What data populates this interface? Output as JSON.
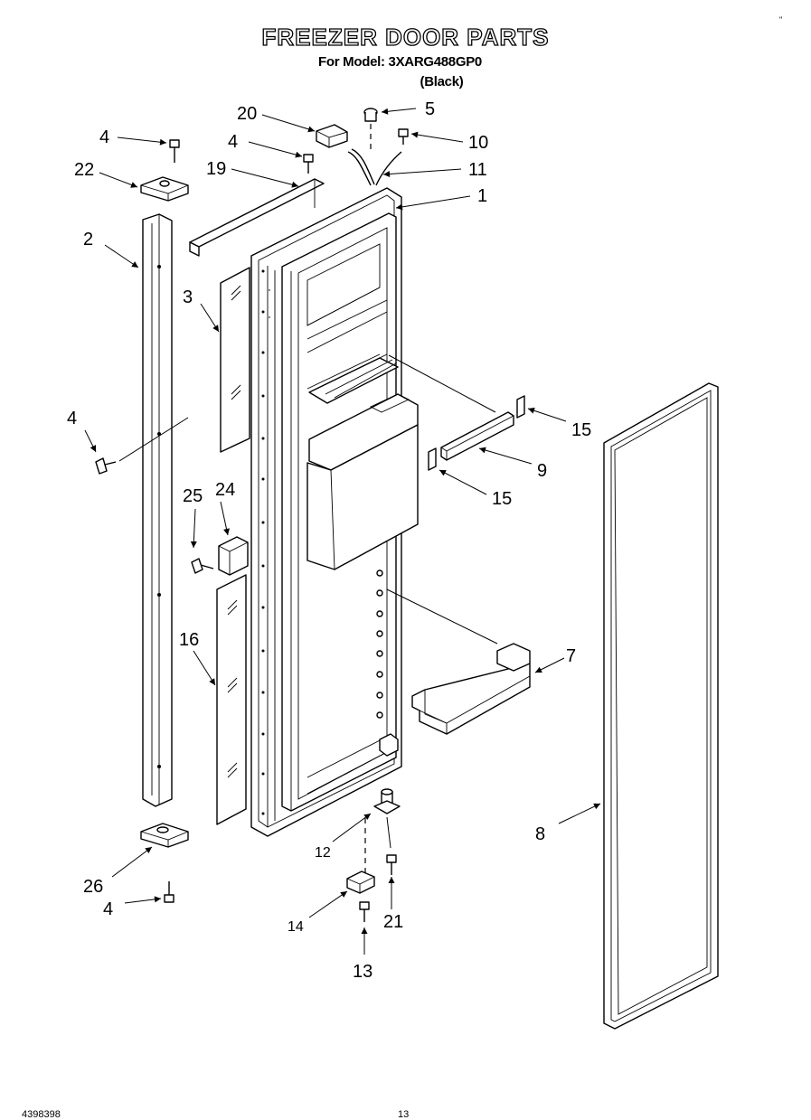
{
  "page": {
    "title": "FREEZER DOOR PARTS",
    "model_line": "For Model: 3XARG488GP0",
    "color_line": "(Black)",
    "doc_number": "4398398",
    "page_number": "13",
    "corner_mark": "\""
  },
  "callouts": [
    {
      "id": "c20",
      "label": "20"
    },
    {
      "id": "c5",
      "label": "5"
    },
    {
      "id": "c4a",
      "label": "4"
    },
    {
      "id": "c4b",
      "label": "4"
    },
    {
      "id": "c10",
      "label": "10"
    },
    {
      "id": "c22",
      "label": "22"
    },
    {
      "id": "c19",
      "label": "19"
    },
    {
      "id": "c11",
      "label": "11"
    },
    {
      "id": "c1",
      "label": "1"
    },
    {
      "id": "c2",
      "label": "2"
    },
    {
      "id": "c3",
      "label": "3"
    },
    {
      "id": "c4c",
      "label": "4"
    },
    {
      "id": "c15a",
      "label": "15"
    },
    {
      "id": "c9",
      "label": "9"
    },
    {
      "id": "c25",
      "label": "25"
    },
    {
      "id": "c24",
      "label": "24"
    },
    {
      "id": "c15b",
      "label": "15"
    },
    {
      "id": "c7",
      "label": "7"
    },
    {
      "id": "c16",
      "label": "16"
    },
    {
      "id": "c8",
      "label": "8"
    },
    {
      "id": "c12",
      "label": "12"
    },
    {
      "id": "c26",
      "label": "26"
    },
    {
      "id": "c4d",
      "label": "4"
    },
    {
      "id": "c14",
      "label": "14"
    },
    {
      "id": "c21",
      "label": "21"
    },
    {
      "id": "c13",
      "label": "13"
    }
  ]
}
